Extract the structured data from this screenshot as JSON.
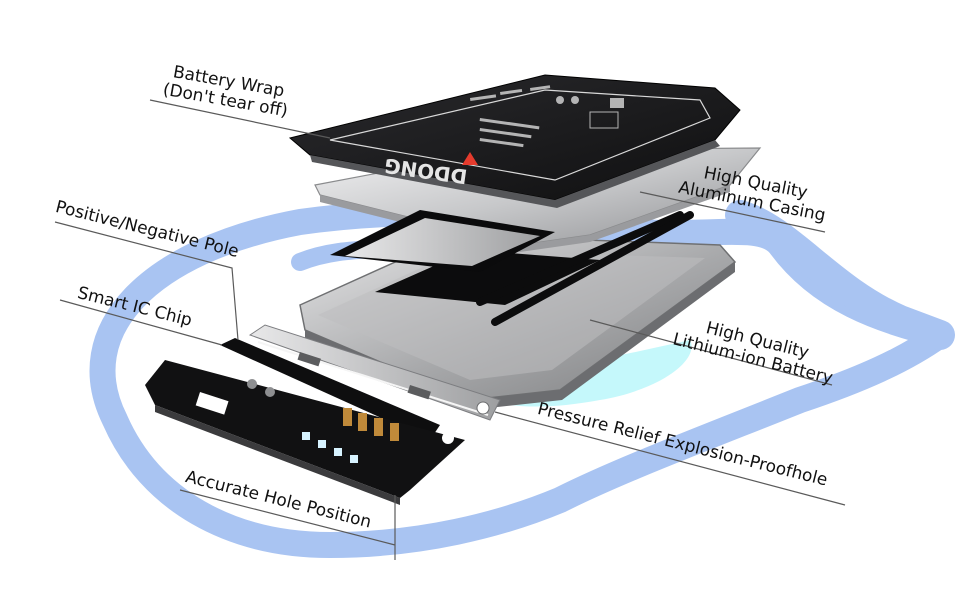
{
  "labels": {
    "battery_wrap": [
      "Battery Wrap",
      "(Don't tear off)"
    ],
    "aluminum_casing": [
      "High Quality",
      "Aluminum Casing"
    ],
    "pole": "Positive/Negative Pole",
    "ic_chip": "Smart IC Chip",
    "li_ion": [
      "High Quality",
      "Lithium-ion Battery"
    ],
    "pressure_relief": "Pressure Relief Explosion-Proofhole",
    "hole_position": "Accurate Hole Position"
  },
  "brand_text": "DDONG",
  "colors": {
    "swirl": "#a9c4f2",
    "cyan_glow": "#bff7fb",
    "wrap_black": "#1b1b1d",
    "casing_silver": "#c9cacc",
    "cell_silver": "#b9babb",
    "leader_line": "#555555"
  }
}
